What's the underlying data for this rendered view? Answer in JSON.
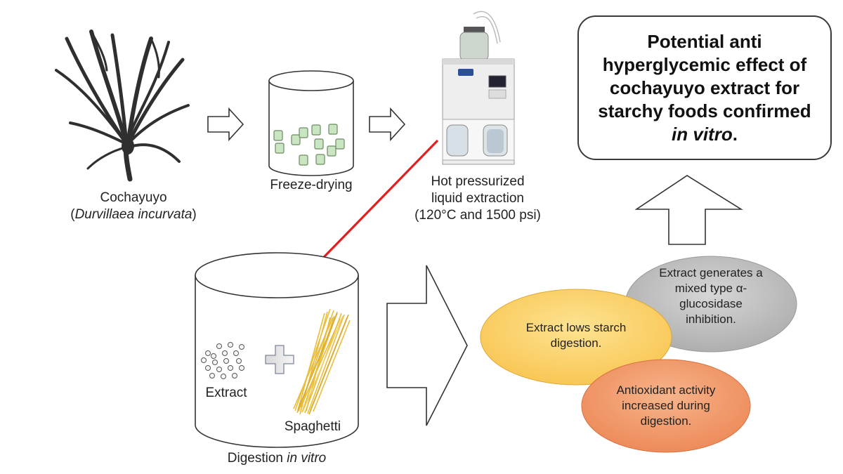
{
  "steps": {
    "cochayuyo": {
      "name": "Cochayuyo",
      "open_paren": "(",
      "species": "Durvillaea incurvata",
      "close_paren": ")"
    },
    "freeze": {
      "label": "Freeze-drying"
    },
    "extraction": {
      "line1": "Hot pressurized",
      "line2": "liquid extraction",
      "line3": "(120°C and 1500 psi)"
    },
    "digestion": {
      "prefix": "Digestion ",
      "emph": "in vitro",
      "extract_label": "Extract",
      "spaghetti_label": "Spaghetti"
    }
  },
  "result": {
    "text": "Potential anti hyperglycemic effect of cochayuyo extract for starchy foods confirmed ",
    "emph": "in vitro",
    "suffix": "."
  },
  "findings": [
    {
      "text": "Extract generates a mixed type α-glucosidase inhibition.",
      "color": "#bfbfbf"
    },
    {
      "text": "Extract lows starch digestion.",
      "color": "#fbd46d"
    },
    {
      "text": "Antioxidant activity increased during digestion.",
      "color": "#f3a070"
    }
  ],
  "colors": {
    "red_arrow": "#e02020",
    "outline": "#333333"
  }
}
